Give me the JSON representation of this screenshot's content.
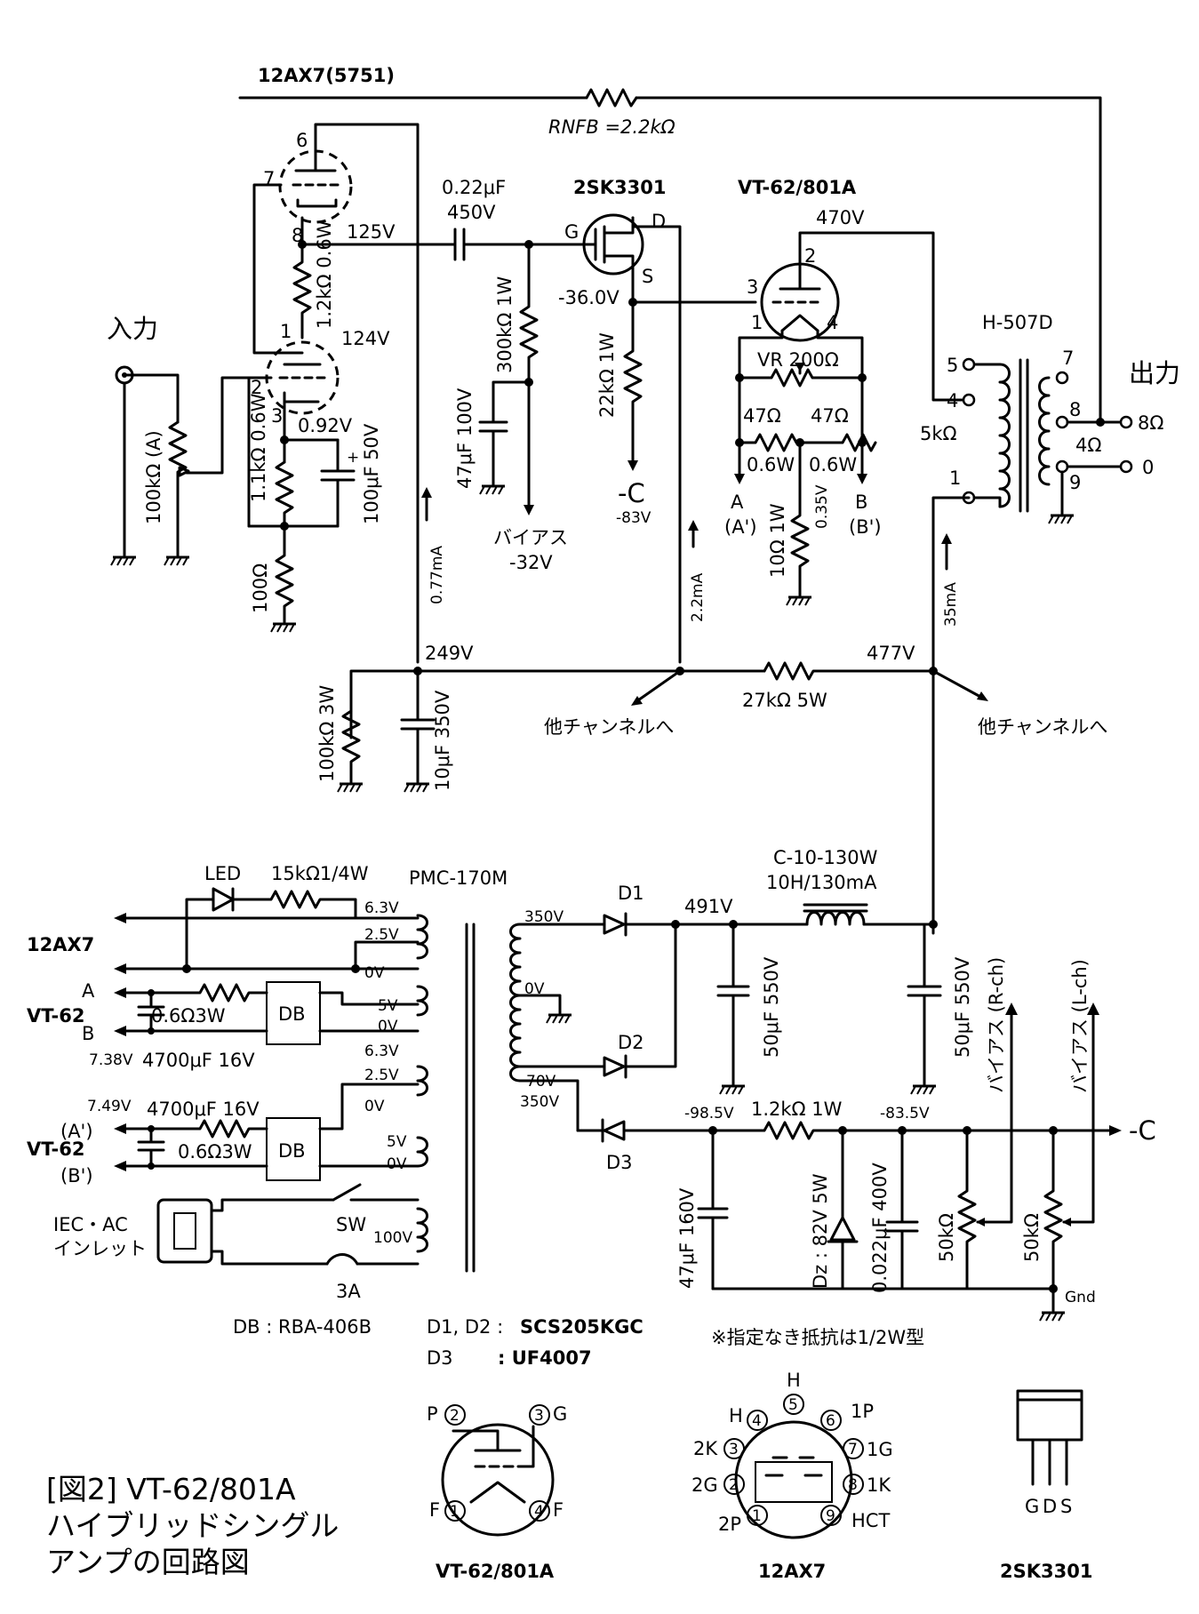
{
  "figure": {
    "caption_lines": [
      "[図2] VT-62/801A",
      "ハイブリッドシングル",
      "アンプの回路図"
    ]
  },
  "tubes": {
    "preamp": "12AX7(5751)",
    "mosfet": "2SK3301",
    "output": "VT-62/801A",
    "output_transformer": "H-507D",
    "power_transformer": "PMC-170M",
    "choke_part": "C-10-130W",
    "choke_spec": "10H/130mA"
  },
  "nfb": {
    "label": "RNFB =2.2kΩ"
  },
  "amp_labels": {
    "input": "入力",
    "output": "出力",
    "vol": "100kΩ (A)",
    "r_plate": "1.2kΩ 0.6W",
    "r_cath": "1.1kΩ 0.6W",
    "c_cath": "100μF 50V",
    "r_100": "100Ω",
    "coupling_cap": "0.22μF",
    "coupling_v": "450V",
    "r_gate": "300kΩ 1W",
    "c_gate": "47μF 100V",
    "bias_label": "バイアス",
    "bias_v": "-32V",
    "r_source": "22kΩ 1W",
    "neg_c": "-C",
    "neg_c_v": "-83V",
    "vr": "VR 200Ω",
    "r47a": "47Ω",
    "r47b": "47Ω",
    "r06a": "0.6W",
    "r06b": "0.6W",
    "fil_a": "A",
    "fil_a2": "(A')",
    "fil_b": "B",
    "fil_b2": "(B')",
    "r10": "10Ω 1W",
    "v035": "0.35V",
    "ot_5k": "5kΩ",
    "ot_8": "8Ω",
    "ot_4": "4Ω",
    "ot_0": "0",
    "r100k3w": "100kΩ 3W",
    "c10u": "10μF 350V",
    "r27k": "27kΩ 5W",
    "other_ch_1": "他チャンネルへ",
    "other_ch_2": "他チャンネルへ"
  },
  "voltages": {
    "v125": "125V",
    "v124": "124V",
    "v092": "0.92V",
    "v_source": "-36.0V",
    "v470": "470V",
    "v249": "249V",
    "v477": "477V",
    "i077": "0.77mA",
    "i22": "2.2mA",
    "i35": "35mA"
  },
  "pins": {
    "p6": "6",
    "p7": "7",
    "p8": "8",
    "p1": "1",
    "p2": "2",
    "p3": "3",
    "g": "G",
    "d": "D",
    "s": "S",
    "t2": "2",
    "t3": "3",
    "t1": "1",
    "t4": "4",
    "ot5": "5",
    "ot4": "4",
    "ot1": "1",
    "ot7": "7",
    "ot8": "8",
    "ot9": "9"
  },
  "psu_labels": {
    "led": "LED",
    "r_led": "15kΩ1/4W",
    "v63a": "6.3V",
    "v25a": "2.5V",
    "v0a": "0V",
    "v5a": "5V",
    "v0b": "0V",
    "v63b": "6.3V",
    "v25b": "2.5V",
    "v0c": "0V",
    "v5b": "5V",
    "v0d": "0V",
    "v350a": "350V",
    "v0e": "0V",
    "v70": "70V",
    "v350b": "350V",
    "v100": "100V",
    "sw": "SW",
    "fuse": "3A",
    "iec1": "IEC・AC",
    "iec2": "インレット",
    "heater_12ax7": "12AX7",
    "ha": "A",
    "hb": "B",
    "vt62a": "VT-62",
    "vt62b": "VT-62",
    "ha2": "(A')",
    "hb2": "(B')",
    "v738": "7.38V",
    "v749": "7.49V",
    "r06a": "0.6Ω3W",
    "r06b": "0.6Ω3W",
    "c4700a": "4700μF 16V",
    "c4700b": "4700μF 16V",
    "db1": "DB",
    "db2": "DB",
    "d1": "D1",
    "d2": "D2",
    "d3": "D3",
    "v491": "491V",
    "c50a": "50μF 550V",
    "c50b": "50μF 550V",
    "v985": "-98.5V",
    "r12k": "1.2kΩ 1W",
    "v835": "-83.5V",
    "c47u": "47μF 160V",
    "dz": "Dz : 82V 5W",
    "c0022": "0.022μF 400V",
    "vr50a": "50kΩ",
    "vr50b": "50kΩ",
    "bias_r": "バイアス (R-ch)",
    "bias_l": "バイアス (L-ch)",
    "negc": "-C",
    "gnd": "Gnd"
  },
  "notes": {
    "db": "DB : RBA-406B",
    "d12_lbl": "D1, D2 :",
    "d12_val": "SCS205KGC",
    "d3_lbl": "D3",
    "d3_val": ": UF4007",
    "resistor_note": "※指定なき抵抗は1/2W型"
  },
  "pinouts": {
    "vt62_title": "VT-62/801A",
    "vt62_p": "P",
    "vt62_g": "G",
    "vt62_f1": "F",
    "vt62_f4": "F",
    "vt62_n2": "2",
    "vt62_n3": "3",
    "vt62_n1": "1",
    "vt62_n4": "4",
    "ax7_title": "12AX7",
    "ax7_h1": "H",
    "ax7_h2": "H",
    "ax7_1p": "1P",
    "ax7_2k": "2K",
    "ax7_1g": "1G",
    "ax7_2g": "2G",
    "ax7_1k": "1K",
    "ax7_2p": "2P",
    "ax7_hct": "HCT",
    "ax7_n1": "1",
    "ax7_n2": "2",
    "ax7_n3": "3",
    "ax7_n4": "4",
    "ax7_n5": "5",
    "ax7_n6": "6",
    "ax7_n7": "7",
    "ax7_n8": "8",
    "ax7_n9": "9",
    "fet_title": "2SK3301",
    "fet_g": "G",
    "fet_d": "D",
    "fet_s": "S"
  }
}
